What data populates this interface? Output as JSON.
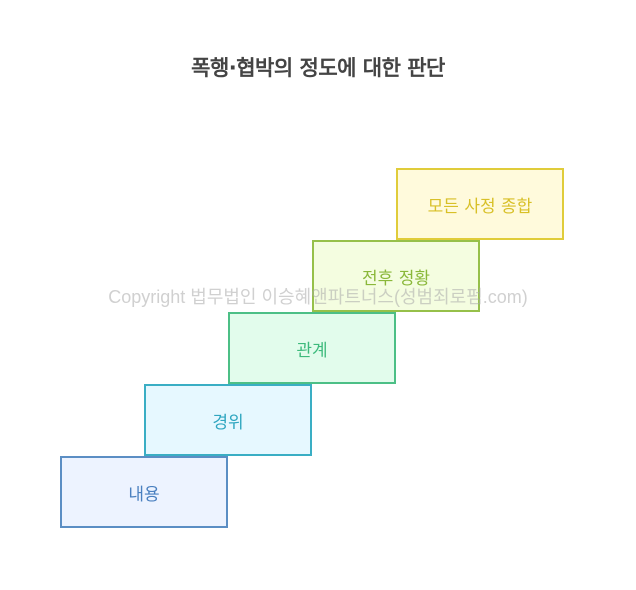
{
  "title": "폭행·협박의 정도에 대한 판단",
  "watermark": "Copyright 법무법인 이승혜앤파트너스(성범죄로펌.com)",
  "steps": [
    {
      "label": "내용",
      "border": "#5b8ec4",
      "fill": "#edf3ff",
      "text": "#4a80c0"
    },
    {
      "label": "경위",
      "border": "#3aaec4",
      "fill": "#e6f8ff",
      "text": "#2fa6c0"
    },
    {
      "label": "관계",
      "border": "#4cbf86",
      "fill": "#e2fcec",
      "text": "#3dba7c"
    },
    {
      "label": "전후 정황",
      "border": "#96c04a",
      "fill": "#f4fde0",
      "text": "#8ab83a"
    },
    {
      "label": "모든 사정 종합",
      "border": "#e0cc3a",
      "fill": "#fffadc",
      "text": "#d8c028"
    }
  ]
}
